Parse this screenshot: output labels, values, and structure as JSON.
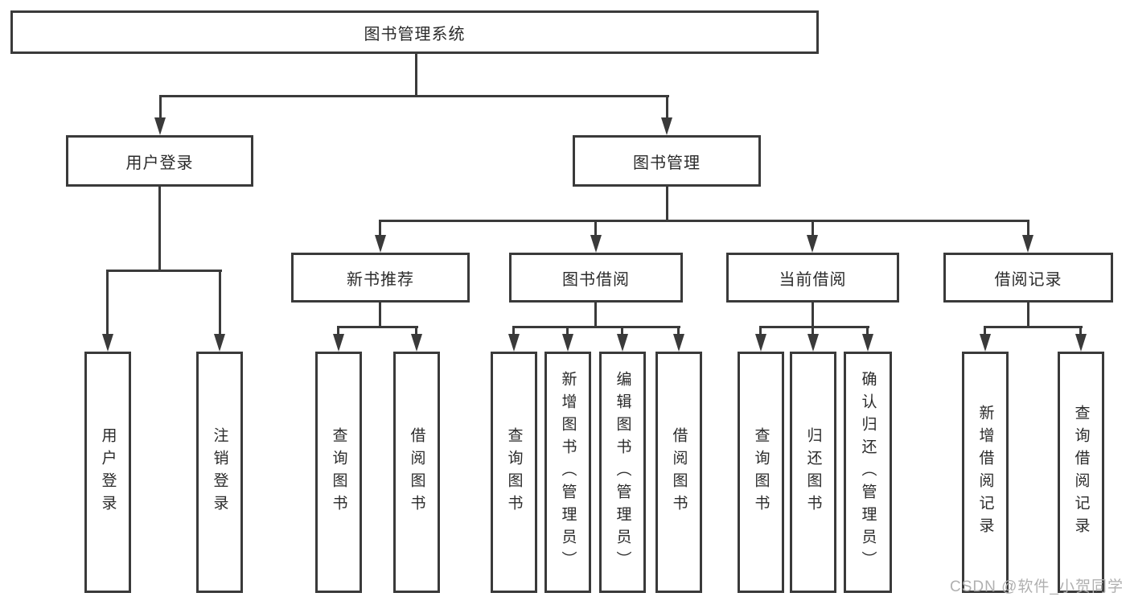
{
  "diagram": {
    "type": "hierarchy-tree",
    "title": "图书管理系统"
  },
  "tree": {
    "label": "图书管理系统",
    "children": [
      {
        "label": "用户登录",
        "children": [
          {
            "label": "用户登录"
          },
          {
            "label": "注销登录"
          }
        ]
      },
      {
        "label": "图书管理",
        "children": [
          {
            "label": "新书推荐",
            "children": [
              {
                "label": "查询图书"
              },
              {
                "label": "借阅图书"
              }
            ]
          },
          {
            "label": "图书借阅",
            "children": [
              {
                "label": "查询图书"
              },
              {
                "label": "新增图书（管理员）"
              },
              {
                "label": "编辑图书（管理员）"
              },
              {
                "label": "借阅图书"
              }
            ]
          },
          {
            "label": "当前借阅",
            "children": [
              {
                "label": "查询图书"
              },
              {
                "label": "归还图书"
              },
              {
                "label": "确认归还（管理员）"
              }
            ]
          },
          {
            "label": "借阅记录",
            "children": [
              {
                "label": "新增借阅记录"
              },
              {
                "label": "查询借阅记录"
              }
            ]
          }
        ]
      }
    ]
  },
  "watermark": {
    "text": "CSDN @软件_小贺同学"
  },
  "colors": {
    "line": "#3a3a3a",
    "text": "#2b2b2b",
    "watermark": "#b0b0b0",
    "background": "#ffffff"
  }
}
